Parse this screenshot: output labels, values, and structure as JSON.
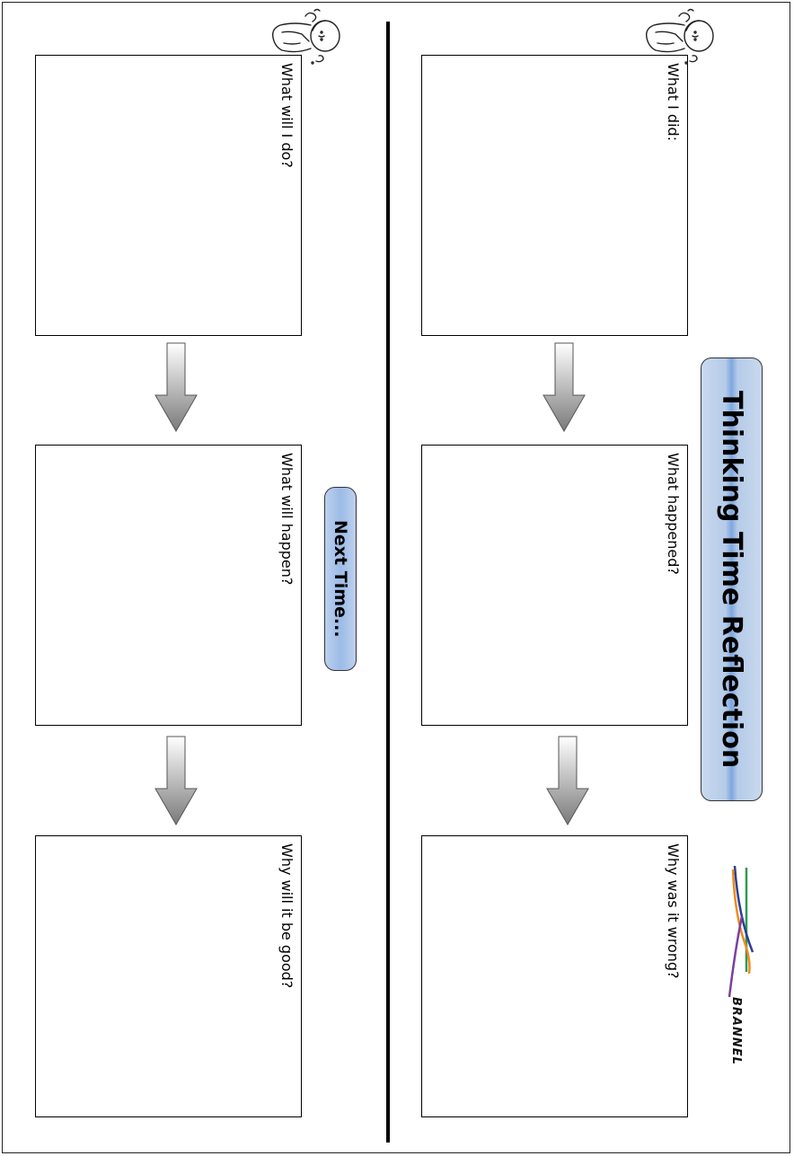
{
  "title": "Thinking Time Reflection",
  "section_next": "Next Time...",
  "logo_text": "BRANNEL",
  "reflection_boxes": [
    "What I did:",
    "What happened?",
    "Why was it wrong?"
  ],
  "next_time_boxes": [
    "What will I do?",
    "What will happen?",
    "Why will it be good?"
  ],
  "colors": {
    "banner": "#c9d9ee",
    "logo_lines": [
      "#2e9b4e",
      "#2b3f99",
      "#f08a1c",
      "#7b3fa0"
    ]
  },
  "icons": [
    "thinking-person-icon",
    "down-arrow-icon"
  ]
}
